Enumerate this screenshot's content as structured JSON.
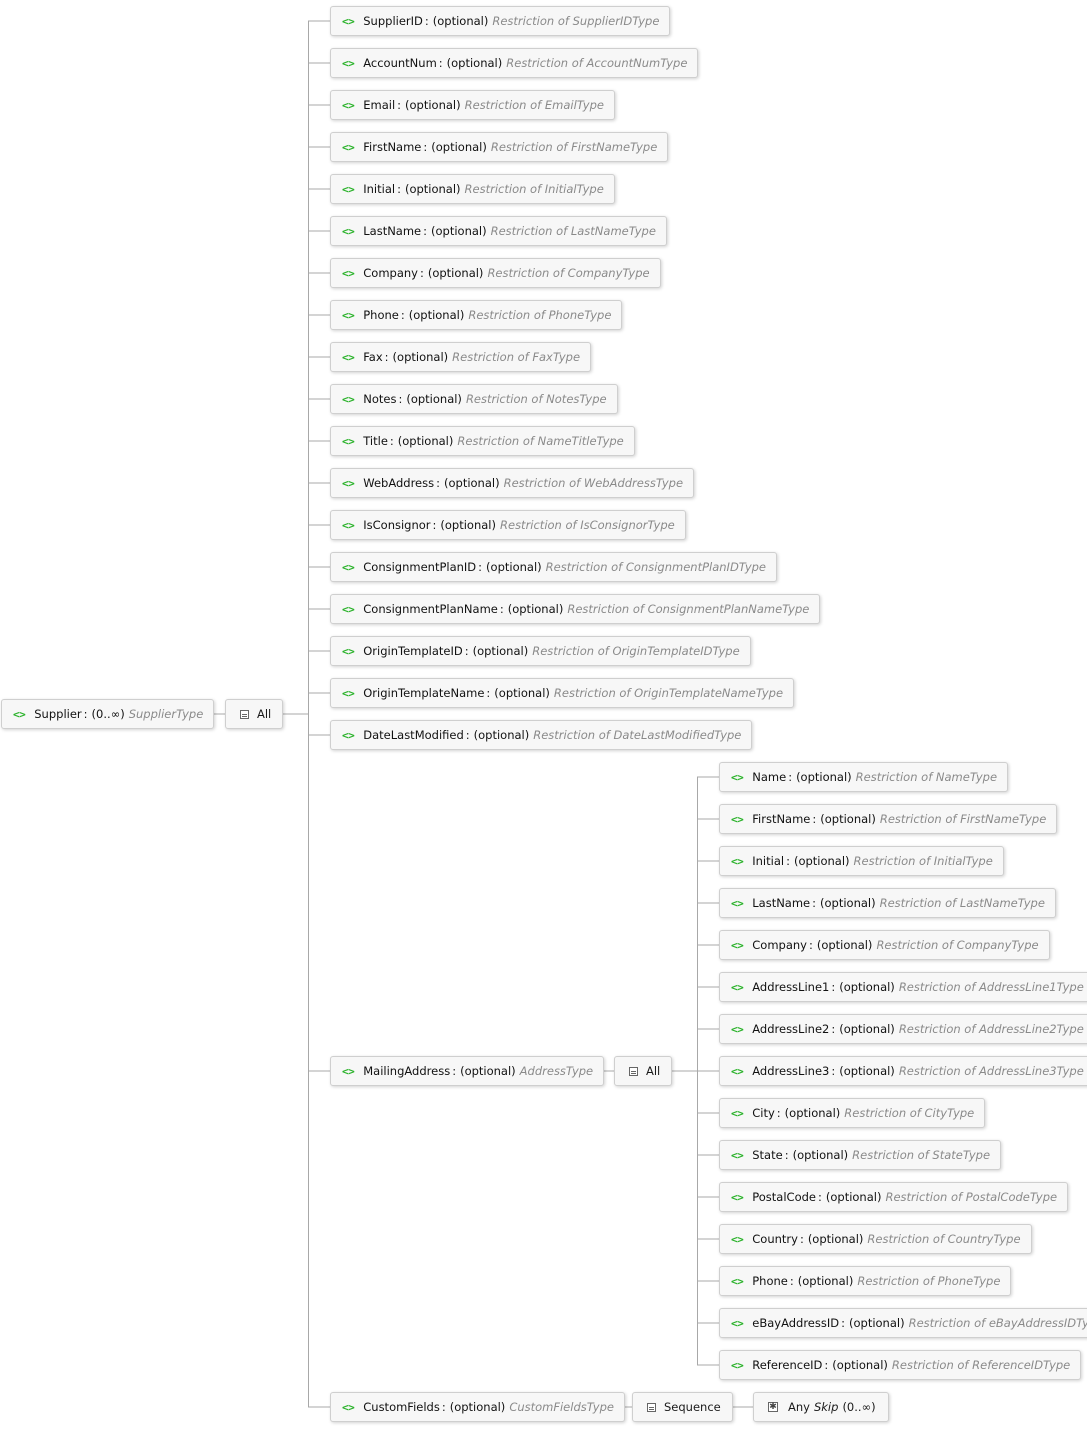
{
  "root": {
    "name": "Supplier",
    "occurs": "(0..∞)",
    "type": "SupplierType"
  },
  "compositor_all": "All",
  "level1": [
    {
      "name": "SupplierID",
      "occurs": "(optional)",
      "type": "Restriction of SupplierIDType"
    },
    {
      "name": "AccountNum",
      "occurs": "(optional)",
      "type": "Restriction of AccountNumType"
    },
    {
      "name": "Email",
      "occurs": "(optional)",
      "type": "Restriction of EmailType"
    },
    {
      "name": "FirstName",
      "occurs": "(optional)",
      "type": "Restriction of FirstNameType"
    },
    {
      "name": "Initial",
      "occurs": "(optional)",
      "type": "Restriction of InitialType"
    },
    {
      "name": "LastName",
      "occurs": "(optional)",
      "type": "Restriction of LastNameType"
    },
    {
      "name": "Company",
      "occurs": "(optional)",
      "type": "Restriction of CompanyType"
    },
    {
      "name": "Phone",
      "occurs": "(optional)",
      "type": "Restriction of PhoneType"
    },
    {
      "name": "Fax",
      "occurs": "(optional)",
      "type": "Restriction of FaxType"
    },
    {
      "name": "Notes",
      "occurs": "(optional)",
      "type": "Restriction of NotesType"
    },
    {
      "name": "Title",
      "occurs": "(optional)",
      "type": "Restriction of NameTitleType"
    },
    {
      "name": "WebAddress",
      "occurs": "(optional)",
      "type": "Restriction of WebAddressType"
    },
    {
      "name": "IsConsignor",
      "occurs": "(optional)",
      "type": "Restriction of IsConsignorType"
    },
    {
      "name": "ConsignmentPlanID",
      "occurs": "(optional)",
      "type": "Restriction of ConsignmentPlanIDType"
    },
    {
      "name": "ConsignmentPlanName",
      "occurs": "(optional)",
      "type": "Restriction of ConsignmentPlanNameType"
    },
    {
      "name": "OriginTemplateID",
      "occurs": "(optional)",
      "type": "Restriction of OriginTemplateIDType"
    },
    {
      "name": "OriginTemplateName",
      "occurs": "(optional)",
      "type": "Restriction of OriginTemplateNameType"
    },
    {
      "name": "DateLastModified",
      "occurs": "(optional)",
      "type": "Restriction of DateLastModifiedType"
    }
  ],
  "mailing": {
    "name": "MailingAddress",
    "occurs": "(optional)",
    "type": "AddressType"
  },
  "mailing_children": [
    {
      "name": "Name",
      "occurs": "(optional)",
      "type": "Restriction of NameType"
    },
    {
      "name": "FirstName",
      "occurs": "(optional)",
      "type": "Restriction of FirstNameType"
    },
    {
      "name": "Initial",
      "occurs": "(optional)",
      "type": "Restriction of InitialType"
    },
    {
      "name": "LastName",
      "occurs": "(optional)",
      "type": "Restriction of LastNameType"
    },
    {
      "name": "Company",
      "occurs": "(optional)",
      "type": "Restriction of CompanyType"
    },
    {
      "name": "AddressLine1",
      "occurs": "(optional)",
      "type": "Restriction of AddressLine1Type"
    },
    {
      "name": "AddressLine2",
      "occurs": "(optional)",
      "type": "Restriction of AddressLine2Type"
    },
    {
      "name": "AddressLine3",
      "occurs": "(optional)",
      "type": "Restriction of AddressLine3Type"
    },
    {
      "name": "City",
      "occurs": "(optional)",
      "type": "Restriction of CityType"
    },
    {
      "name": "State",
      "occurs": "(optional)",
      "type": "Restriction of StateType"
    },
    {
      "name": "PostalCode",
      "occurs": "(optional)",
      "type": "Restriction of PostalCodeType"
    },
    {
      "name": "Country",
      "occurs": "(optional)",
      "type": "Restriction of CountryType"
    },
    {
      "name": "Phone",
      "occurs": "(optional)",
      "type": "Restriction of PhoneType"
    },
    {
      "name": "eBayAddressID",
      "occurs": "(optional)",
      "type": "Restriction of eBayAddressIDType"
    },
    {
      "name": "ReferenceID",
      "occurs": "(optional)",
      "type": "Restriction of ReferenceIDType"
    }
  ],
  "custom": {
    "name": "CustomFields",
    "occurs": "(optional)",
    "type": "CustomFieldsType"
  },
  "sequence_label": "Sequence",
  "any": {
    "label": "Any",
    "process": "Skip",
    "occurs": "(0..∞)"
  },
  "icons": {
    "element": "element-icon",
    "all": "all-compositor-icon",
    "sequence": "sequence-compositor-icon",
    "any": "any-wildcard-icon"
  },
  "colors": {
    "element_icon": "#2ab22a",
    "type_text": "#8a8a8a",
    "wire": "#a8a8a8"
  }
}
